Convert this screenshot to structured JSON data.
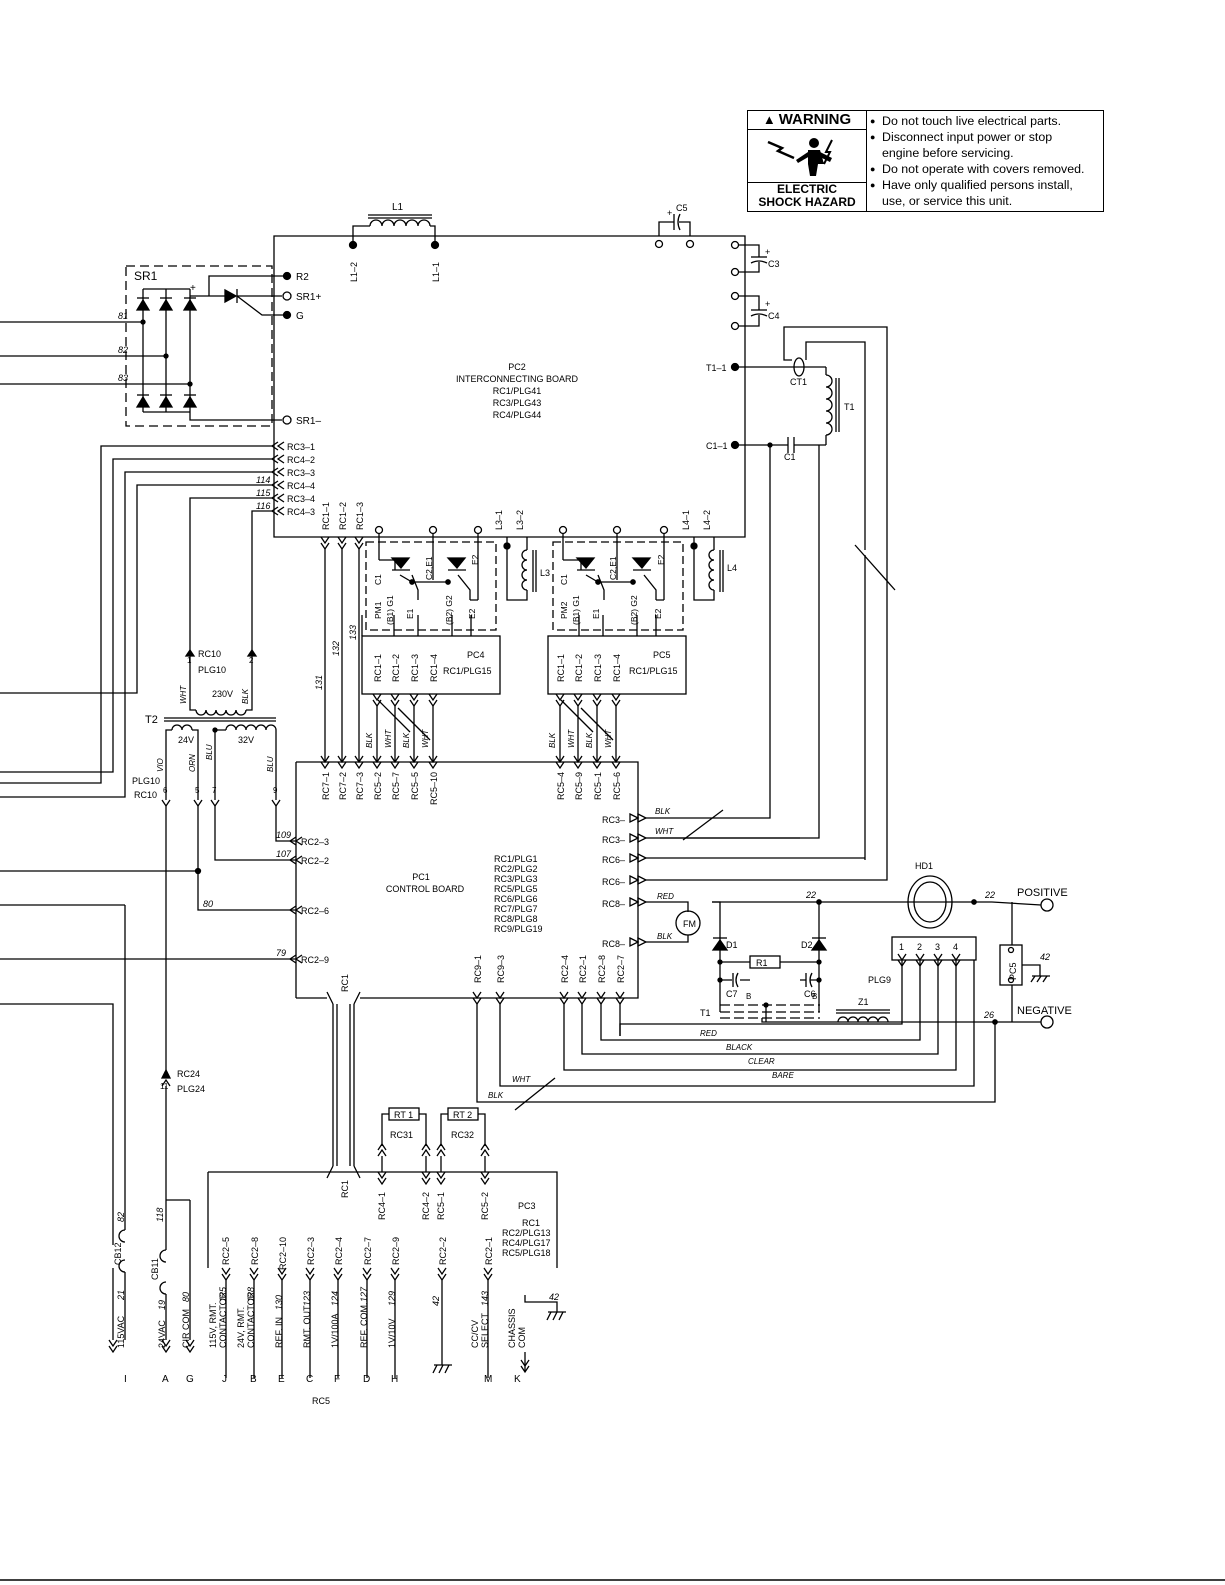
{
  "warning": {
    "title": "WARNING",
    "hazard_line1": "ELECTRIC",
    "hazard_line2": "SHOCK HAZARD",
    "items": [
      "Do not touch live electrical parts.",
      "Disconnect input power or stop",
      "engine before servicing.",
      "Do not operate with covers removed.",
      "Have only qualified persons install,",
      "use, or service this unit."
    ]
  },
  "labels": {
    "sr1": "SR1",
    "r2": "R2",
    "sr1p": "SR1+",
    "g": "G",
    "sr1m": "SR1–",
    "w81": "81",
    "w82": "82",
    "w83": "83",
    "l1": "L1",
    "l1_2": "L1–2",
    "l1_1": "L1–1",
    "c5": "C5",
    "c3": "C3",
    "c4": "C4",
    "pc2_1": "PC2",
    "pc2_2": "INTERCONNECTING  BOARD",
    "pc2_3": "RC1/PLG41",
    "pc2_4": "RC3/PLG43",
    "pc2_5": "RC4/PLG44",
    "t1_1": "T1–1",
    "c1_1": "C1–1",
    "ct1": "CT1",
    "t1": "T1",
    "c1": "C1",
    "rc3_1": "RC3–1",
    "rc4_2": "RC4–2",
    "rc3_3": "RC3–3",
    "rc4_4": "RC4–4",
    "rc3_4": "RC3–4",
    "rc4_3": "RC4–3",
    "w114": "114",
    "w115": "115",
    "w116": "116",
    "rc1_1": "RC1–1",
    "rc1_2": "RC1–2",
    "rc1_3": "RC1–3",
    "l3_1": "L3–1",
    "l3_2": "L3–2",
    "l4_1": "L4–1",
    "l4_2": "L4–2",
    "l3": "L3",
    "l4": "L4",
    "pm1": "PM1",
    "pm2": "PM2",
    "c1t": "C1",
    "c2e1": "C2,E1",
    "e2": "E2",
    "e1": "E1",
    "b1g1": "(B1) G1",
    "b2g2": "(B2) G2",
    "pc4": "PC4",
    "pc5": "PC5",
    "rc1plg15": "RC1/PLG15",
    "rc1_4": "RC1–4",
    "w131": "131",
    "w132": "132",
    "w133": "133",
    "rc10": "RC10",
    "plg10": "PLG10",
    "v230": "230V",
    "wht": "WHT",
    "blk": "BLK",
    "t2": "T2",
    "v24": "24V",
    "v32": "32V",
    "vio": "VIO",
    "orn": "ORN",
    "blu": "BLU",
    "n1": "1",
    "n2": "2",
    "n5": "5",
    "n6": "6",
    "n7": "7",
    "n9": "9",
    "rc7_1": "RC7–1",
    "rc7_2": "RC7–2",
    "rc7_3": "RC7–3",
    "rc5_2": "RC5–2",
    "rc5_7": "RC5–7",
    "rc5_5": "RC5–5",
    "rc5_10": "RC5–10",
    "rc5_4": "RC5–4",
    "rc5_9": "RC5–9",
    "rc5_1": "RC5–1",
    "rc5_6": "RC5–6",
    "rc3m": "RC3–",
    "rc6m": "RC6–",
    "rc8m": "RC8–",
    "red": "RED",
    "fm": "FM",
    "w109": "109",
    "w107": "107",
    "w80": "80",
    "w79": "79",
    "rc2_3": "RC2–3",
    "rc2_2": "RC2–2",
    "rc2_6": "RC2–6",
    "rc2_9": "RC2–9",
    "pc1_1": "PC1",
    "pc1_2": "CONTROL  BOARD",
    "pc1_plgs": [
      "RC1/PLG1",
      "RC2/PLG2",
      "RC3/PLG3",
      "RC5/PLG5",
      "RC6/PLG6",
      "RC7/PLG7",
      "RC8/PLG8",
      "RC9/PLG19"
    ],
    "hd1": "HD1",
    "positive": "POSITIVE",
    "negative": "NEGATIVE",
    "w22": "22",
    "w26": "26",
    "w42": "42",
    "d1": "D1",
    "d2": "D2",
    "c7": "C7",
    "c6": "C6",
    "r1": "R1",
    "z1": "Z1",
    "b": "B",
    "plg9": "PLG9",
    "pc5v": "PC5",
    "p1": "1",
    "p2": "2",
    "p3": "3",
    "p4": "4",
    "rc9_1": "RC9–1",
    "rc9_3": "RC9–3",
    "rc2_4": "RC2–4",
    "rc2_1": "RC2–1",
    "rc2_8": "RC2–8",
    "rc2_7": "RC2–7",
    "rc1": "RC1",
    "black": "BLACK",
    "clear": "CLEAR",
    "bare": "BARE",
    "rc24": "RC24",
    "plg24": "PLG24",
    "w11": "11",
    "rt1": "RT 1",
    "rt2": "RT 2",
    "rc31": "RC31",
    "rc32": "RC32",
    "rc4_1": "RC4–1",
    "rc4_2b": "RC4–2",
    "rc5_1b": "RC5–1",
    "rc5_2b": "RC5–2",
    "pc3": "PC3",
    "pc3_plgs": [
      "RC1",
      "RC2/PLG13",
      "RC4/PLG17",
      "RC5/PLG18"
    ],
    "cb12": "CB12",
    "cb11": "CB11",
    "w82b": "82",
    "w118": "118",
    "rc2_5": "RC2–5",
    "rc2_8b": "RC2–8",
    "rc2_10": "RC2–10",
    "rc2_3b": "RC2–3",
    "rc2_4b": "RC2–4",
    "rc2_7b": "RC2–7",
    "rc2_9b": "RC2–9",
    "rc2_2b": "RC2–2",
    "rc2_1b": "RC2–1",
    "f115": "115VAC",
    "w21": "21",
    "f24": "24VAC",
    "w19": "19",
    "fcir": "CIR COM",
    "w80b": "80",
    "f115rmt1": "115V, RMT.",
    "f115rmt2": "CONTACTOR",
    "w125": "125",
    "f24rmt1": "24V, RMT.",
    "f24rmt2": "CONTACTOR",
    "w128": "128",
    "fref": "REF. IN",
    "w130": "130",
    "frmt": "RMT. OUT",
    "w123": "123",
    "f1v": "1V/100A",
    "w124": "124",
    "frefc": "REF. COM.",
    "w127": "127",
    "f10v": "1V/10V",
    "w129": "129",
    "w42b": "42",
    "fcc1": "CC/CV",
    "fcc2": "SELECT",
    "w143": "143",
    "fch1": "CHASSIS",
    "fch2": "COM",
    "w42c": "42",
    "tI": "I",
    "tA": "A",
    "tG": "G",
    "tJ": "J",
    "tB": "B",
    "tE": "E",
    "tC": "C",
    "tF": "F",
    "tD": "D",
    "tH": "H",
    "tM": "M",
    "tK": "K",
    "rc5": "RC5"
  }
}
